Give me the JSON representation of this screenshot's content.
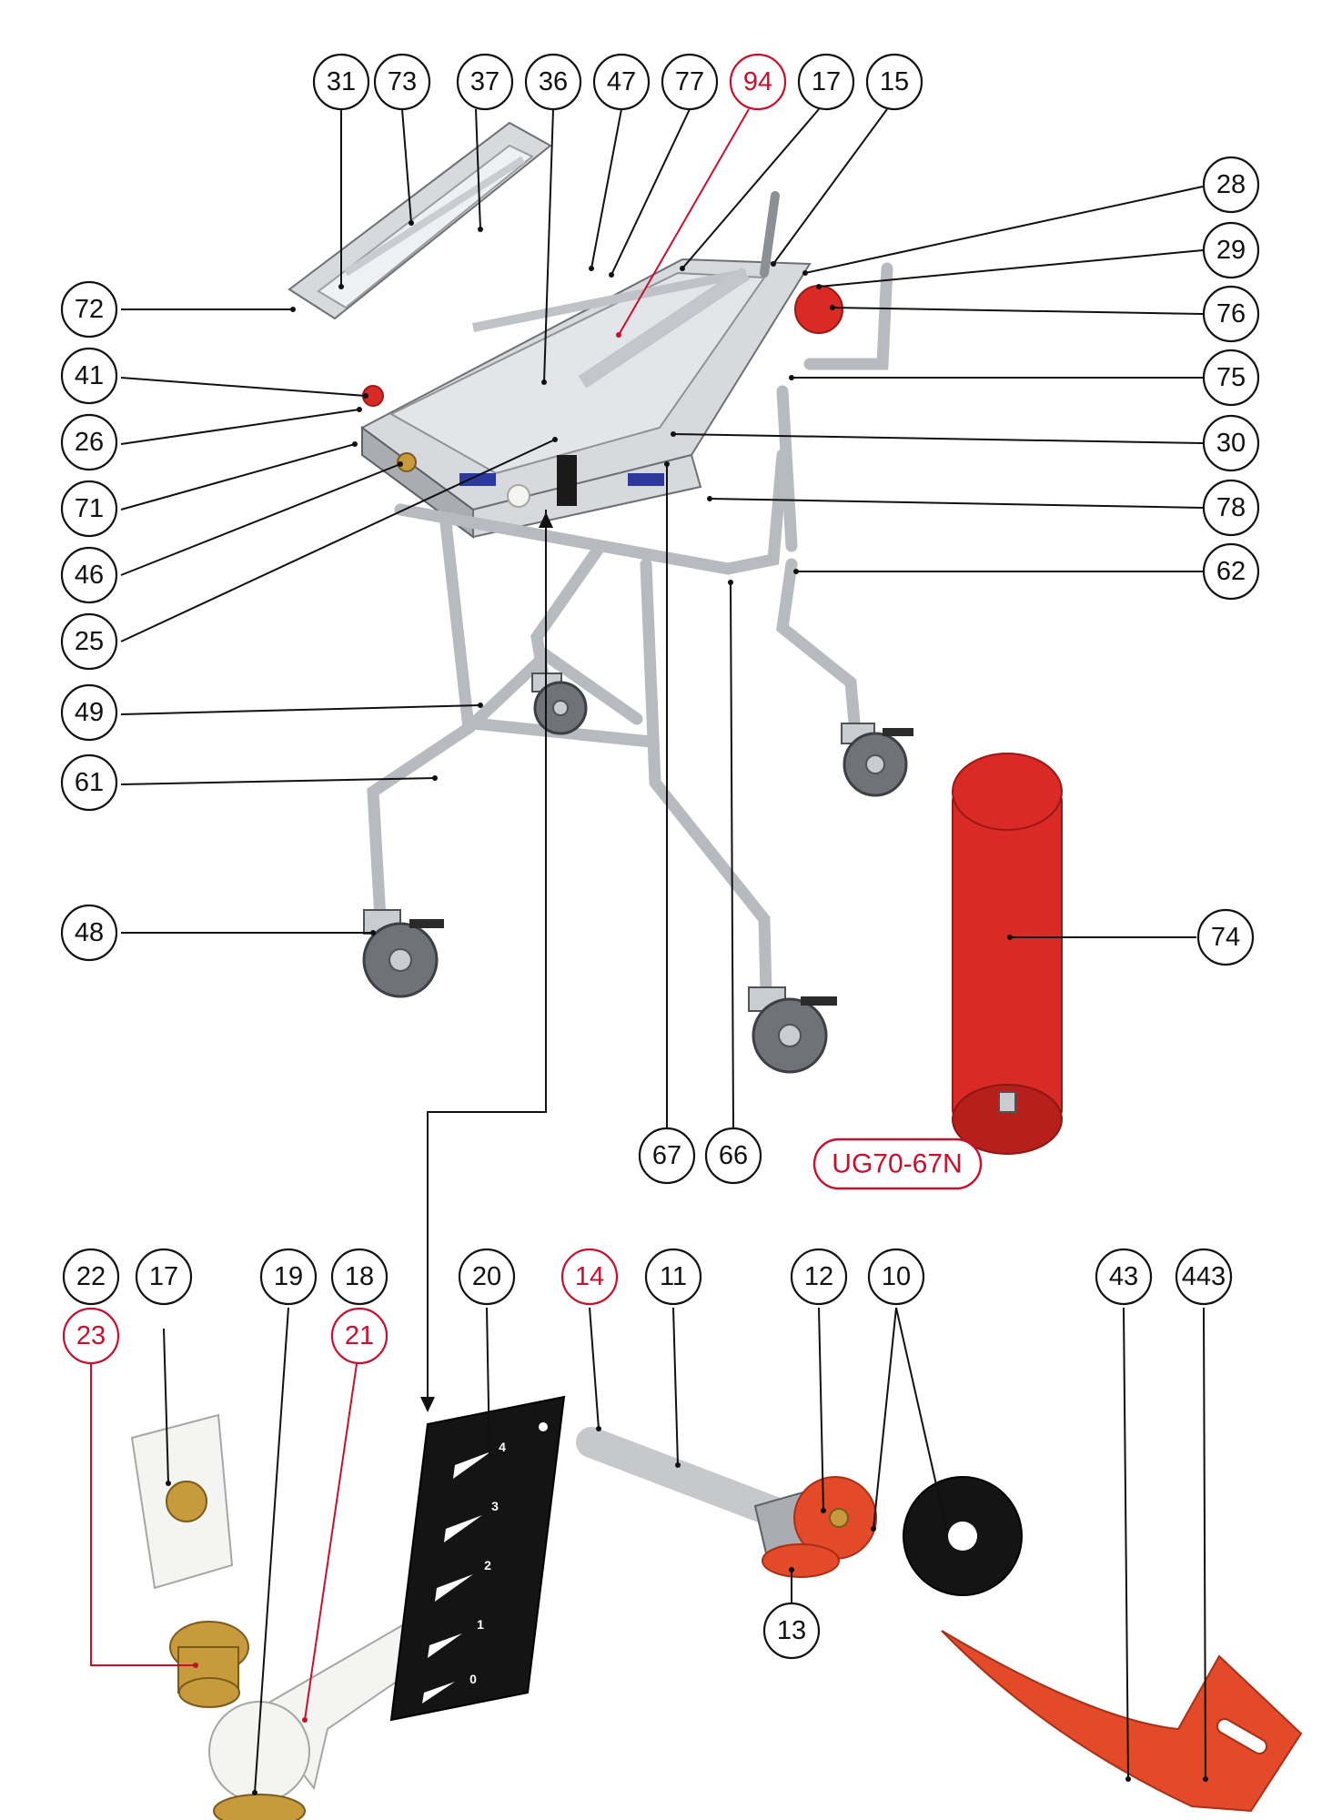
{
  "callouts": {
    "c31": "31",
    "c73": "73",
    "c37": "37",
    "c36": "36",
    "c47": "47",
    "c77": "77",
    "c94": "94",
    "c17a": "17",
    "c15": "15",
    "c28": "28",
    "c29": "29",
    "c76": "76",
    "c75": "75",
    "c30": "30",
    "c78": "78",
    "c62": "62",
    "c72": "72",
    "c41": "41",
    "c26": "26",
    "c71": "71",
    "c46": "46",
    "c25": "25",
    "c49": "49",
    "c61": "61",
    "c48": "48",
    "c74": "74",
    "c67": "67",
    "c66": "66",
    "c22": "22",
    "c17b": "17",
    "c23": "23",
    "c19": "19",
    "c18": "18",
    "c21": "21",
    "c20": "20",
    "c14": "14",
    "c11": "11",
    "c12": "12",
    "c10": "10",
    "c13": "13",
    "c43": "43",
    "c443": "443"
  },
  "model_badge": "UG70-67N",
  "dial_scale": [
    "4",
    "3",
    "2",
    "1",
    "0"
  ],
  "highlight_color": "#c8102e"
}
